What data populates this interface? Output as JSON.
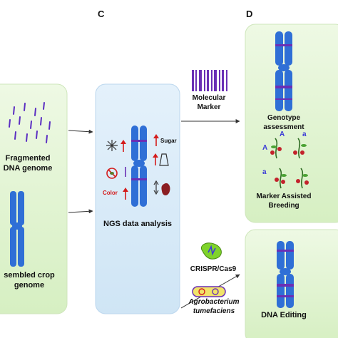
{
  "panels": {
    "c_letter": "C",
    "d_letter": "D"
  },
  "panel_b": {
    "fragmented_line1": "Fragmented",
    "fragmented_line2": "DNA genome",
    "assembled_line1": "sembled crop",
    "assembled_line2": "genome"
  },
  "panel_c": {
    "title": "NGS data analysis",
    "trait_sugar": "Sugar",
    "trait_color": "Color"
  },
  "markers": {
    "molecular_line1": "Molecular",
    "molecular_line2": "Marker",
    "crispr": "CRISPR/Cas9",
    "agro_line1": "Agrobacterium",
    "agro_line2": "tumefaciens"
  },
  "panel_d": {
    "genotype_line1": "Genotype",
    "genotype_line2": "assessment",
    "allele_A": "A",
    "allele_a": "a",
    "mab_line1": "Marker Assisted",
    "mab_line2": "Breeding",
    "dna_editing": "DNA Editing"
  },
  "colors": {
    "panel_green": "#e6f6d6",
    "panel_blue": "#dcecf8",
    "chromosome": "#2f6fd6",
    "marker_purple": "#6a2fb5",
    "arrow_red": "#d41c1c"
  }
}
